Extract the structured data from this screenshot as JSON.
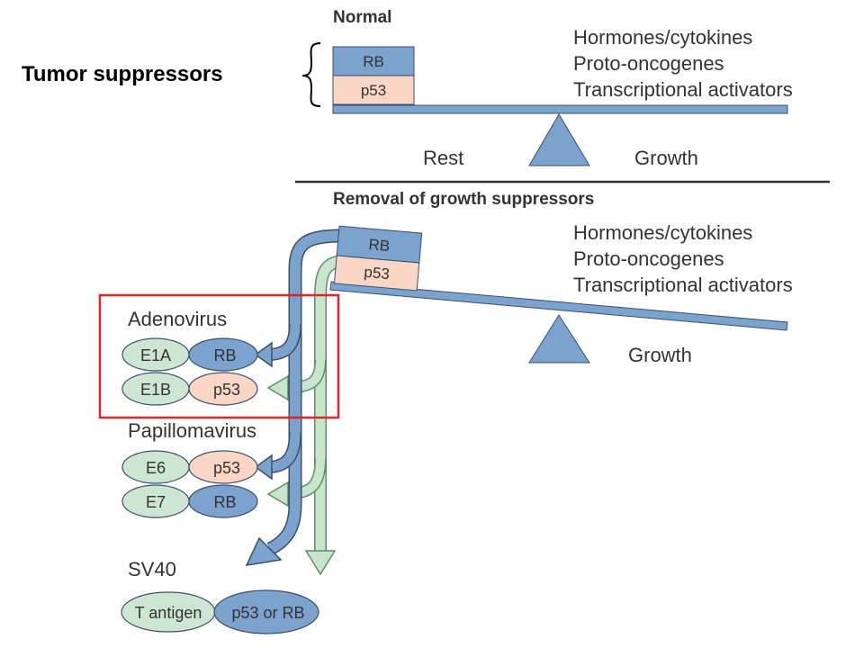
{
  "title": "Tumor suppressors",
  "normal": {
    "heading": "Normal",
    "rb": "RB",
    "p53": "p53",
    "factors": [
      "Hormones/cytokines",
      "Proto-oncogenes",
      "Transcriptional activators"
    ],
    "rest": "Rest",
    "growth": "Growth"
  },
  "removal": {
    "heading": "Removal of growth suppressors",
    "rb": "RB",
    "p53": "p53",
    "factors": [
      "Hormones/cytokines",
      "Proto-oncogenes",
      "Transcriptional activators"
    ],
    "growth": "Growth"
  },
  "viruses": {
    "adenovirus": {
      "name": "Adenovirus",
      "pairs": [
        [
          "E1A",
          "RB"
        ],
        [
          "E1B",
          "p53"
        ]
      ]
    },
    "papillomavirus": {
      "name": "Papillomavirus",
      "pairs": [
        [
          "E6",
          "p53"
        ],
        [
          "E7",
          "RB"
        ]
      ]
    },
    "sv40": {
      "name": "SV40",
      "antigen": "T antigen",
      "target": "p53 or RB"
    }
  },
  "colors": {
    "rb_blue": "#7ba3cd",
    "p53_pink": "#f9d6c5",
    "viral_green": "#cde6d2",
    "arrow_blue": "#7ba3cd",
    "arrow_green": "#c9e6cc",
    "highlight": "#e0252b",
    "outline": "#3b4f6b"
  }
}
